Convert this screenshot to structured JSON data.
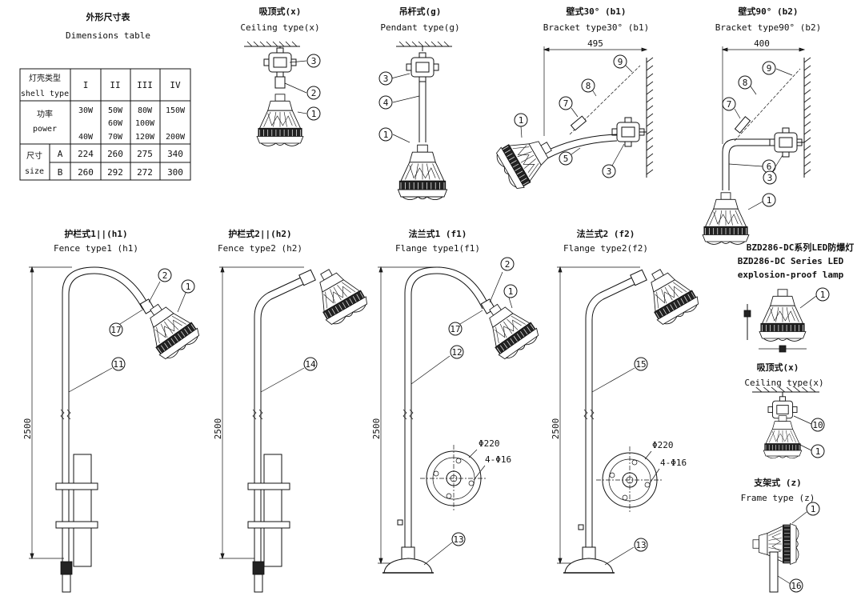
{
  "dimensions_table": {
    "title_cn": "外形尺寸表",
    "title_en": "Dimensions table",
    "header_shell_cn": "灯壳类型",
    "header_shell_en": "shell type",
    "cols": [
      "I",
      "II",
      "III",
      "IV"
    ],
    "power_cn": "功率",
    "power_en": "power",
    "power_top": [
      "30W",
      "50W",
      "80W",
      "150W"
    ],
    "power_mid": [
      "",
      "60W",
      "100W",
      ""
    ],
    "power_bot": [
      "40W",
      "70W",
      "120W",
      "200W"
    ],
    "size_cn": "尺寸",
    "size_en": "size",
    "row_a_label": "A",
    "row_b_label": "B",
    "row_a": [
      "224",
      "260",
      "275",
      "340"
    ],
    "row_b": [
      "260",
      "292",
      "272",
      "300"
    ]
  },
  "views": {
    "ceiling_x": {
      "title_cn": "吸顶式(x)",
      "title_en": "Ceiling type(x)"
    },
    "pendant_g": {
      "title_cn": "吊杆式(g)",
      "title_en": "Pendant type(g)"
    },
    "bracket_b1": {
      "title_cn": "壁式30° (b1)",
      "title_en": "Bracket type30° (b1)",
      "dim": "495"
    },
    "bracket_b2": {
      "title_cn": "壁式90° (b2)",
      "title_en": "Bracket type90° (b2)",
      "dim": "400"
    },
    "fence_h1": {
      "title_cn": "护栏式1||(h1)",
      "title_en": "Fence type1 (h1)",
      "dim": "2500"
    },
    "fence_h2": {
      "title_cn": "护栏式2||(h2)",
      "title_en": "Fence type2 (h2)",
      "dim": "2500"
    },
    "flange_f1": {
      "title_cn": "法兰式1 (f1)",
      "title_en": "Flange type1(f1)",
      "dim": "2500",
      "dia": "Φ220",
      "holes": "4-Φ16"
    },
    "flange_f2": {
      "title_cn": "法兰式2 (f2)",
      "title_en": "Flange type2(f2)",
      "dim": "2500",
      "dia": "Φ220",
      "holes": "4-Φ16"
    },
    "series": {
      "cn": "BZD286-DC系列LED防爆灯",
      "en1": "BZD286-DC Series LED",
      "en2": "explosion-proof lamp"
    },
    "ceiling_x2": {
      "title_cn": "吸顶式(x)",
      "title_en": "Ceiling type(x)"
    },
    "frame_z": {
      "title_cn": "支架式 (z)",
      "title_en": "Frame type (z)"
    }
  },
  "callouts": {
    "n1": "1",
    "n2": "2",
    "n3": "3",
    "n4": "4",
    "n5": "5",
    "n6": "6",
    "n7": "7",
    "n8": "8",
    "n9": "9",
    "n10": "10",
    "n11": "11",
    "n12": "12",
    "n13": "13",
    "n14": "14",
    "n15": "15",
    "n16": "16",
    "n17": "17"
  }
}
